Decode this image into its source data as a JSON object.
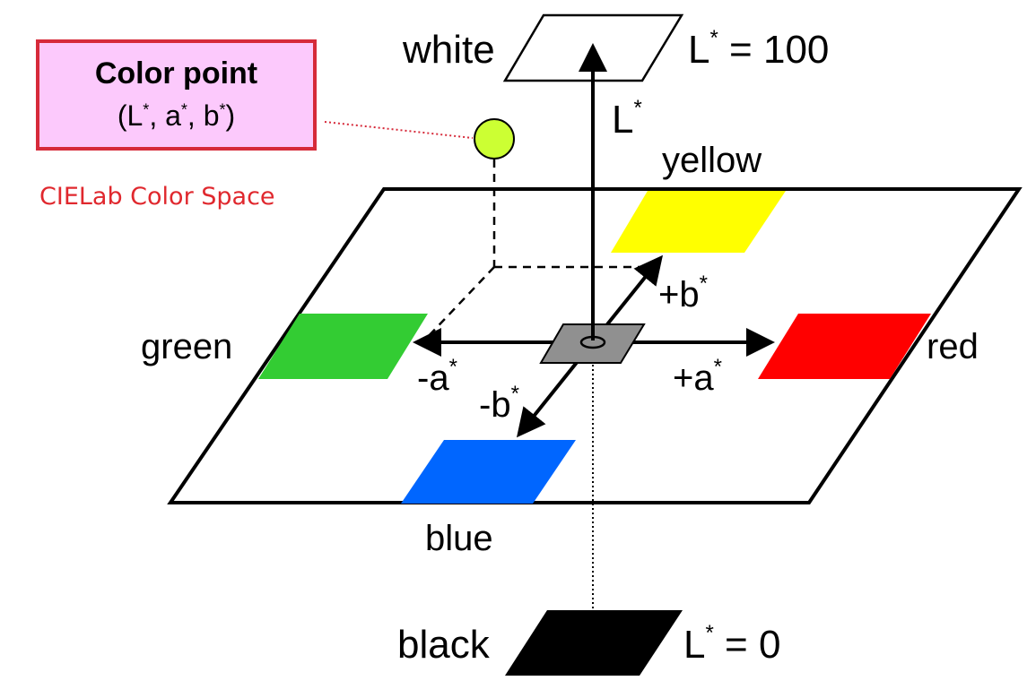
{
  "legend": {
    "title": "Color point",
    "open": "(L",
    "star": "*",
    "sep_a": ", a",
    "sep_b": ", b",
    "close": ")"
  },
  "caption": "CIELab Color Space",
  "labels": {
    "white": "white",
    "black": "black",
    "yellow": "yellow",
    "green": "green",
    "red": "red",
    "blue": "blue",
    "star": "*",
    "l_max_prefix": "L",
    "l_max_value": " = 100",
    "l_min_prefix": "L",
    "l_min_value": " = 0",
    "l_axis": "L",
    "plus_b": "+b",
    "minus_b": "-b",
    "plus_a": "+a",
    "minus_a": "-a"
  },
  "colors": {
    "yellow": "#ffff00",
    "green": "#33cc33",
    "red": "#ff0000",
    "blue": "#0066ff",
    "white": "#ffffff",
    "black": "#000000",
    "gray_center": "#909090",
    "color_point": "#ccff33",
    "legend_border": "#d62a3a",
    "legend_fill": "#fcc9fc",
    "caption_text": "#e0282e"
  }
}
